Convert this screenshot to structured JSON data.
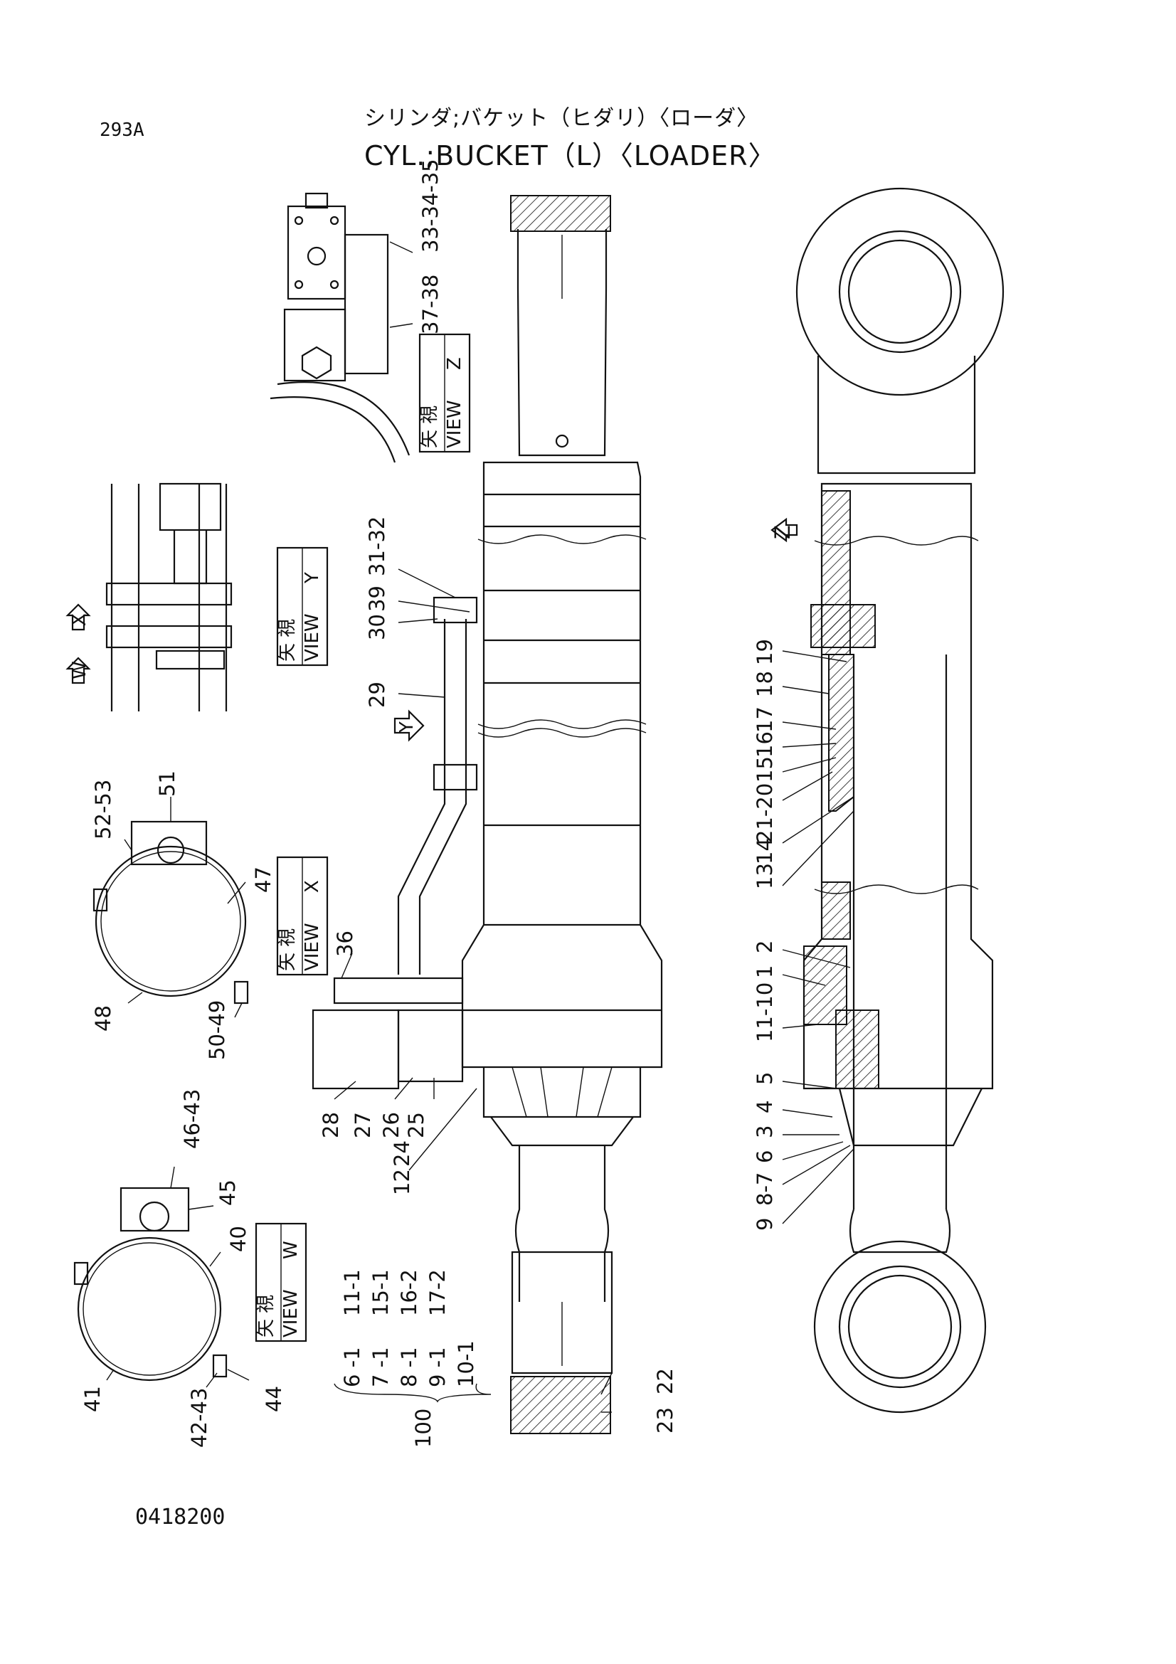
{
  "page_code": "293A",
  "title_jp": "シリンダ;バケット（ヒダリ）〈ローダ〉",
  "title_en": "CYL.;BUCKET（L）〈LOADER〉",
  "drawing_number": "0418200",
  "view_word": "VIEW",
  "view_jp": "矢 視",
  "views": {
    "z": "Z",
    "y": "Y",
    "x": "X",
    "w": "W"
  },
  "arrows": {
    "z": "Z",
    "y": "Y",
    "x": "X",
    "w": "W"
  },
  "callouts": {
    "c33_34_35": "33-34-35",
    "c37_38": "37-38",
    "c31_32": "31-32",
    "c39": "39",
    "c30": "30",
    "c29": "29",
    "c36": "36",
    "c28": "28",
    "c27": "27",
    "c26": "26",
    "c25": "25",
    "c24": "24",
    "c12": "12",
    "c23": "23",
    "c22": "22",
    "c19": "19",
    "c18": "18",
    "c17": "17",
    "c16": "16",
    "c15": "15",
    "c21_20": "21-20",
    "c14": "14",
    "c13": "13",
    "c2": "2",
    "c1": "1",
    "c11_10": "11-10",
    "c5": "5",
    "c4": "4",
    "c3": "3",
    "c6": "6",
    "c8_7": "8-7",
    "c9": "9",
    "c51": "51",
    "c52_53": "52-53",
    "c47": "47",
    "c48": "48",
    "c50_49": "50-49",
    "c46_43": "46-43",
    "c45": "45",
    "c40": "40",
    "c41": "41",
    "c42_43": "42-43",
    "c44": "44"
  },
  "kit": {
    "number": "100",
    "col1": [
      "6 -1",
      "7 -1",
      "8 -1",
      "9 -1",
      "10-1"
    ],
    "col2": [
      "11-1",
      "15-1",
      "16-2",
      "17-2"
    ]
  }
}
